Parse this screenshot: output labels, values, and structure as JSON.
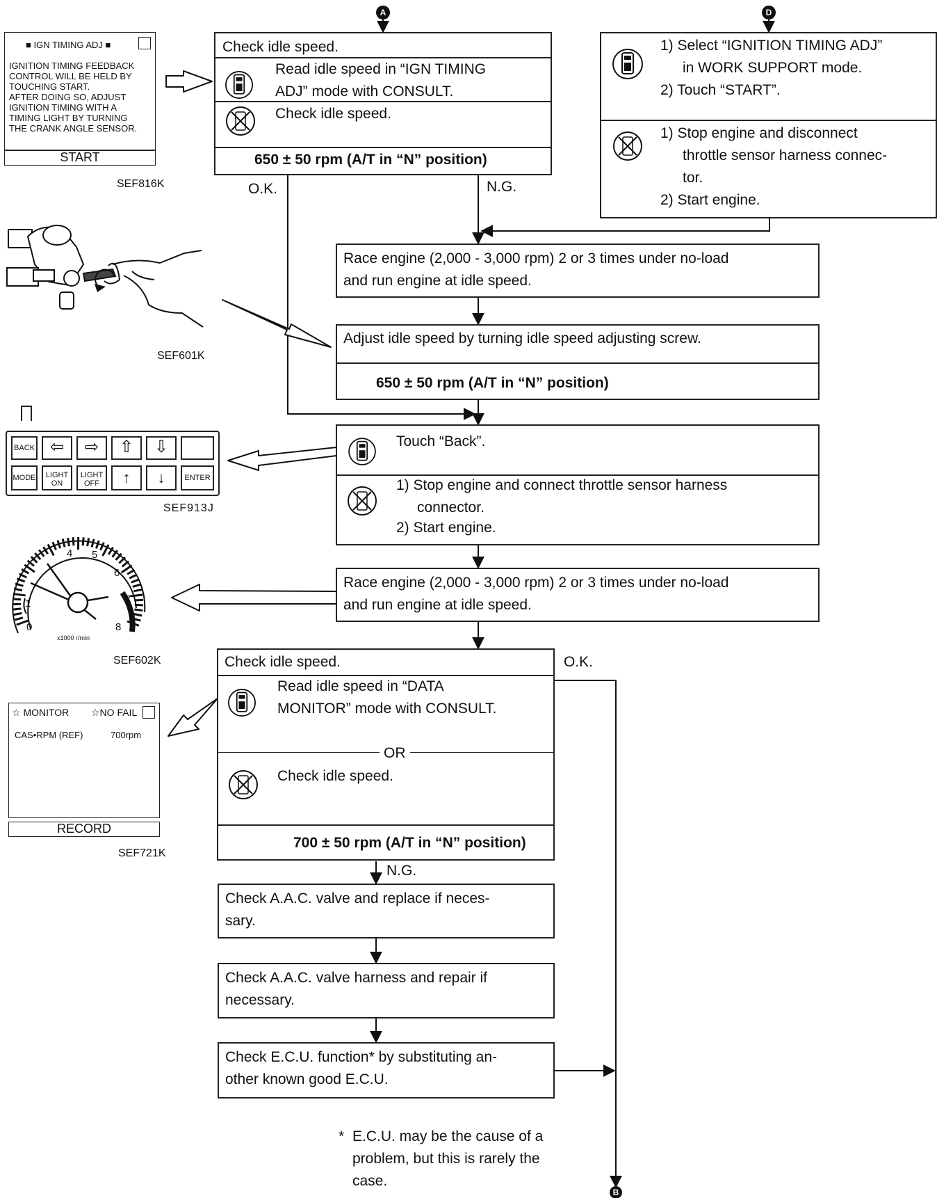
{
  "connectors": {
    "a": "A",
    "d": "D",
    "b": "B"
  },
  "step1": {
    "title": "Check idle speed.",
    "consult_text": [
      "Read idle speed in “IGN TIMING",
      "ADJ” mode with CONSULT."
    ],
    "no_consult_text": "Check idle speed.",
    "spec": "650 ± 50 rpm (A/T in “N” position)"
  },
  "step_d": {
    "consult_items": [
      "1)  Select “IGNITION TIMING ADJ”",
      "in WORK SUPPORT mode.",
      "2)  Touch “START”."
    ],
    "no_consult_items": [
      "1)  Stop engine and disconnect",
      "throttle sensor harness connec-",
      "tor.",
      "2)  Start engine."
    ]
  },
  "labels": {
    "ok1": "O.K.",
    "ng1": "N.G.",
    "ok2": "O.K.",
    "ng2": "N.G."
  },
  "race1": [
    "Race engine (2,000 - 3,000 rpm) 2 or 3 times under no-load",
    "and run engine at idle speed."
  ],
  "adjust": {
    "text": "Adjust idle speed by turning idle speed adjusting screw.",
    "spec": "650 ± 50 rpm (A/T in “N” position)"
  },
  "back_step": {
    "consult_text": "Touch “Back”.",
    "no_consult_items": [
      "1)  Stop engine and connect throttle sensor harness",
      "connector.",
      "2)  Start engine."
    ]
  },
  "race2": [
    "Race engine (2,000 - 3,000 rpm) 2 or 3 times under no-load",
    "and run engine at idle speed."
  ],
  "step_check2": {
    "title": "Check idle speed.",
    "consult_text": [
      "Read idle speed in “DATA",
      "MONITOR” mode with CONSULT."
    ],
    "or": "OR",
    "no_consult_text": "Check idle speed.",
    "spec": "700 ± 50 rpm (A/T in “N” position)"
  },
  "aac_valve": [
    "Check A.A.C. valve and replace if neces-",
    "sary."
  ],
  "aac_harness": [
    "Check A.A.C. valve harness and repair if",
    "necessary."
  ],
  "ecu": [
    "Check E.C.U. function* by substituting an-",
    "other known good E.C.U."
  ],
  "footnote": {
    "mark": "*",
    "lines": [
      "E.C.U. may be the cause of a",
      "problem, but this is rarely the",
      "case."
    ]
  },
  "screen_ign": {
    "header": "IGN TIMING ADJ",
    "lines": [
      "IGNITION TIMING FEEDBACK",
      "CONTROL WILL BE HELD BY",
      "TOUCHING START.",
      "AFTER DOING SO, ADJUST",
      "IGNITION TIMING WITH A",
      "TIMING LIGHT BY TURNING",
      "THE CRANK ANGLE SENSOR."
    ],
    "button": "START",
    "code": "SEF816K"
  },
  "valve_code": "SEF601K",
  "keypad": {
    "keys_top": [
      "BACK",
      "⇦",
      "⇨",
      "⇧",
      "⇩",
      ""
    ],
    "keys_bottom": [
      "MODE",
      "LIGHT ON",
      "LIGHT OFF",
      "↑",
      "↓",
      "ENTER"
    ],
    "code": "SEF913J"
  },
  "tach": {
    "numbers": [
      "0",
      "1",
      "4",
      "5",
      "6",
      "7",
      "8"
    ],
    "unit": "x1000 r/min",
    "code": "SEF602K"
  },
  "screen_monitor": {
    "header_left": "☆ MONITOR",
    "header_right": "☆NO FAIL",
    "row_label": "CAS•RPM (REF)",
    "row_value": "700rpm",
    "button": "RECORD",
    "code": "SEF721K"
  }
}
